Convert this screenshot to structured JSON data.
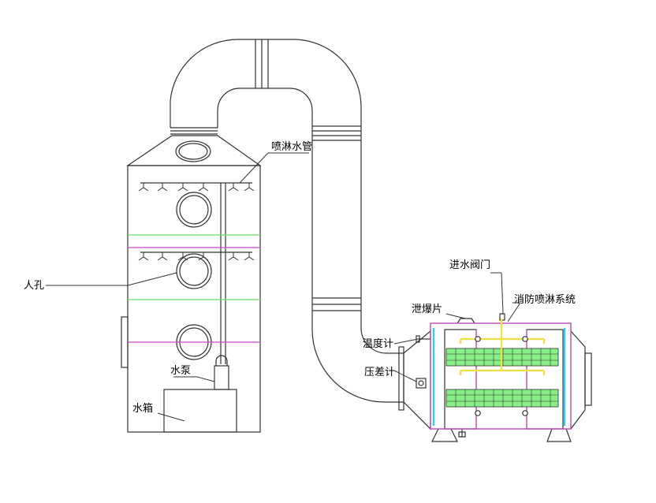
{
  "labels": {
    "spray_pipe": "喷淋水管",
    "manhole": "人孔",
    "pump": "水泵",
    "tank": "水箱",
    "inlet_valve": "进水阀门",
    "explosion_vent": "泄爆片",
    "fire_spray": "消防喷淋系统",
    "thermometer": "温度计",
    "pressure_gauge": "压差计"
  },
  "colors": {
    "line": "#333333",
    "green_band": "#66dd66",
    "magenta_band": "#cc44cc",
    "cyan_panel": "#33ccee",
    "yellow_pipe": "#f0e040",
    "filter_green": "#88ee88"
  }
}
